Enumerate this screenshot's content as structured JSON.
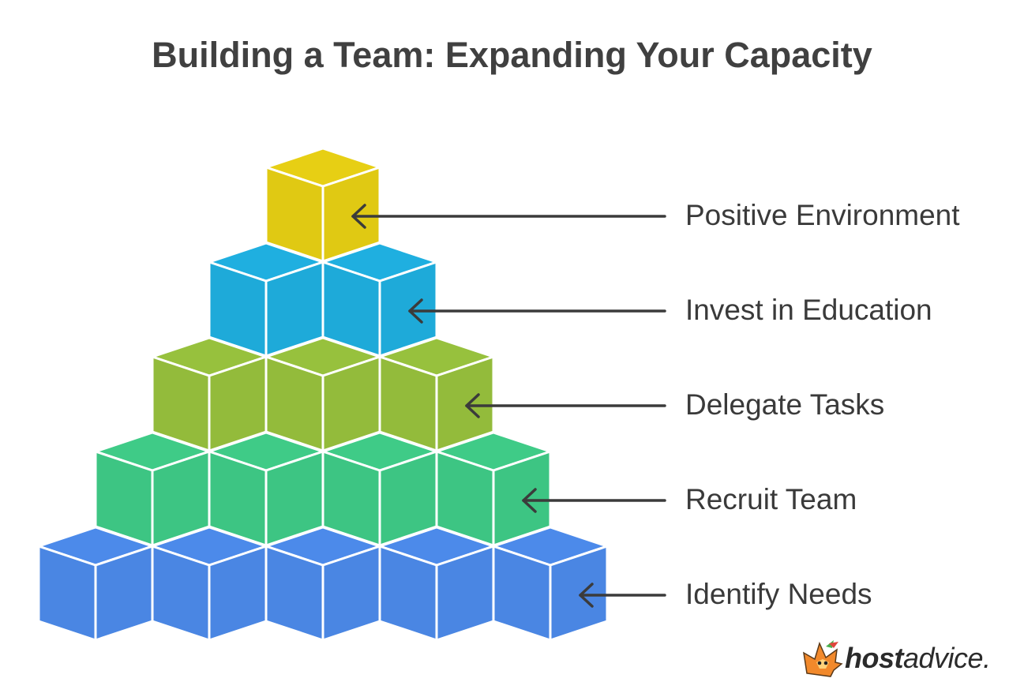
{
  "title": "Building a Team: Expanding Your Capacity",
  "tiers": [
    {
      "label": "Positive Environment",
      "color": "#e0c913",
      "cubes": 1
    },
    {
      "label": "Invest in Education",
      "color": "#1eaad9",
      "cubes": 2
    },
    {
      "label": "Delegate Tasks",
      "color": "#93bb3b",
      "cubes": 3
    },
    {
      "label": "Recruit Team",
      "color": "#3dc583",
      "cubes": 4
    },
    {
      "label": "Identify Needs",
      "color": "#4a86e3",
      "cubes": 5
    }
  ],
  "arrow_color": "#3b3b3b",
  "brand": {
    "strong": "host",
    "light": "advice.",
    "logo": "hostadvice-fox-logo"
  }
}
